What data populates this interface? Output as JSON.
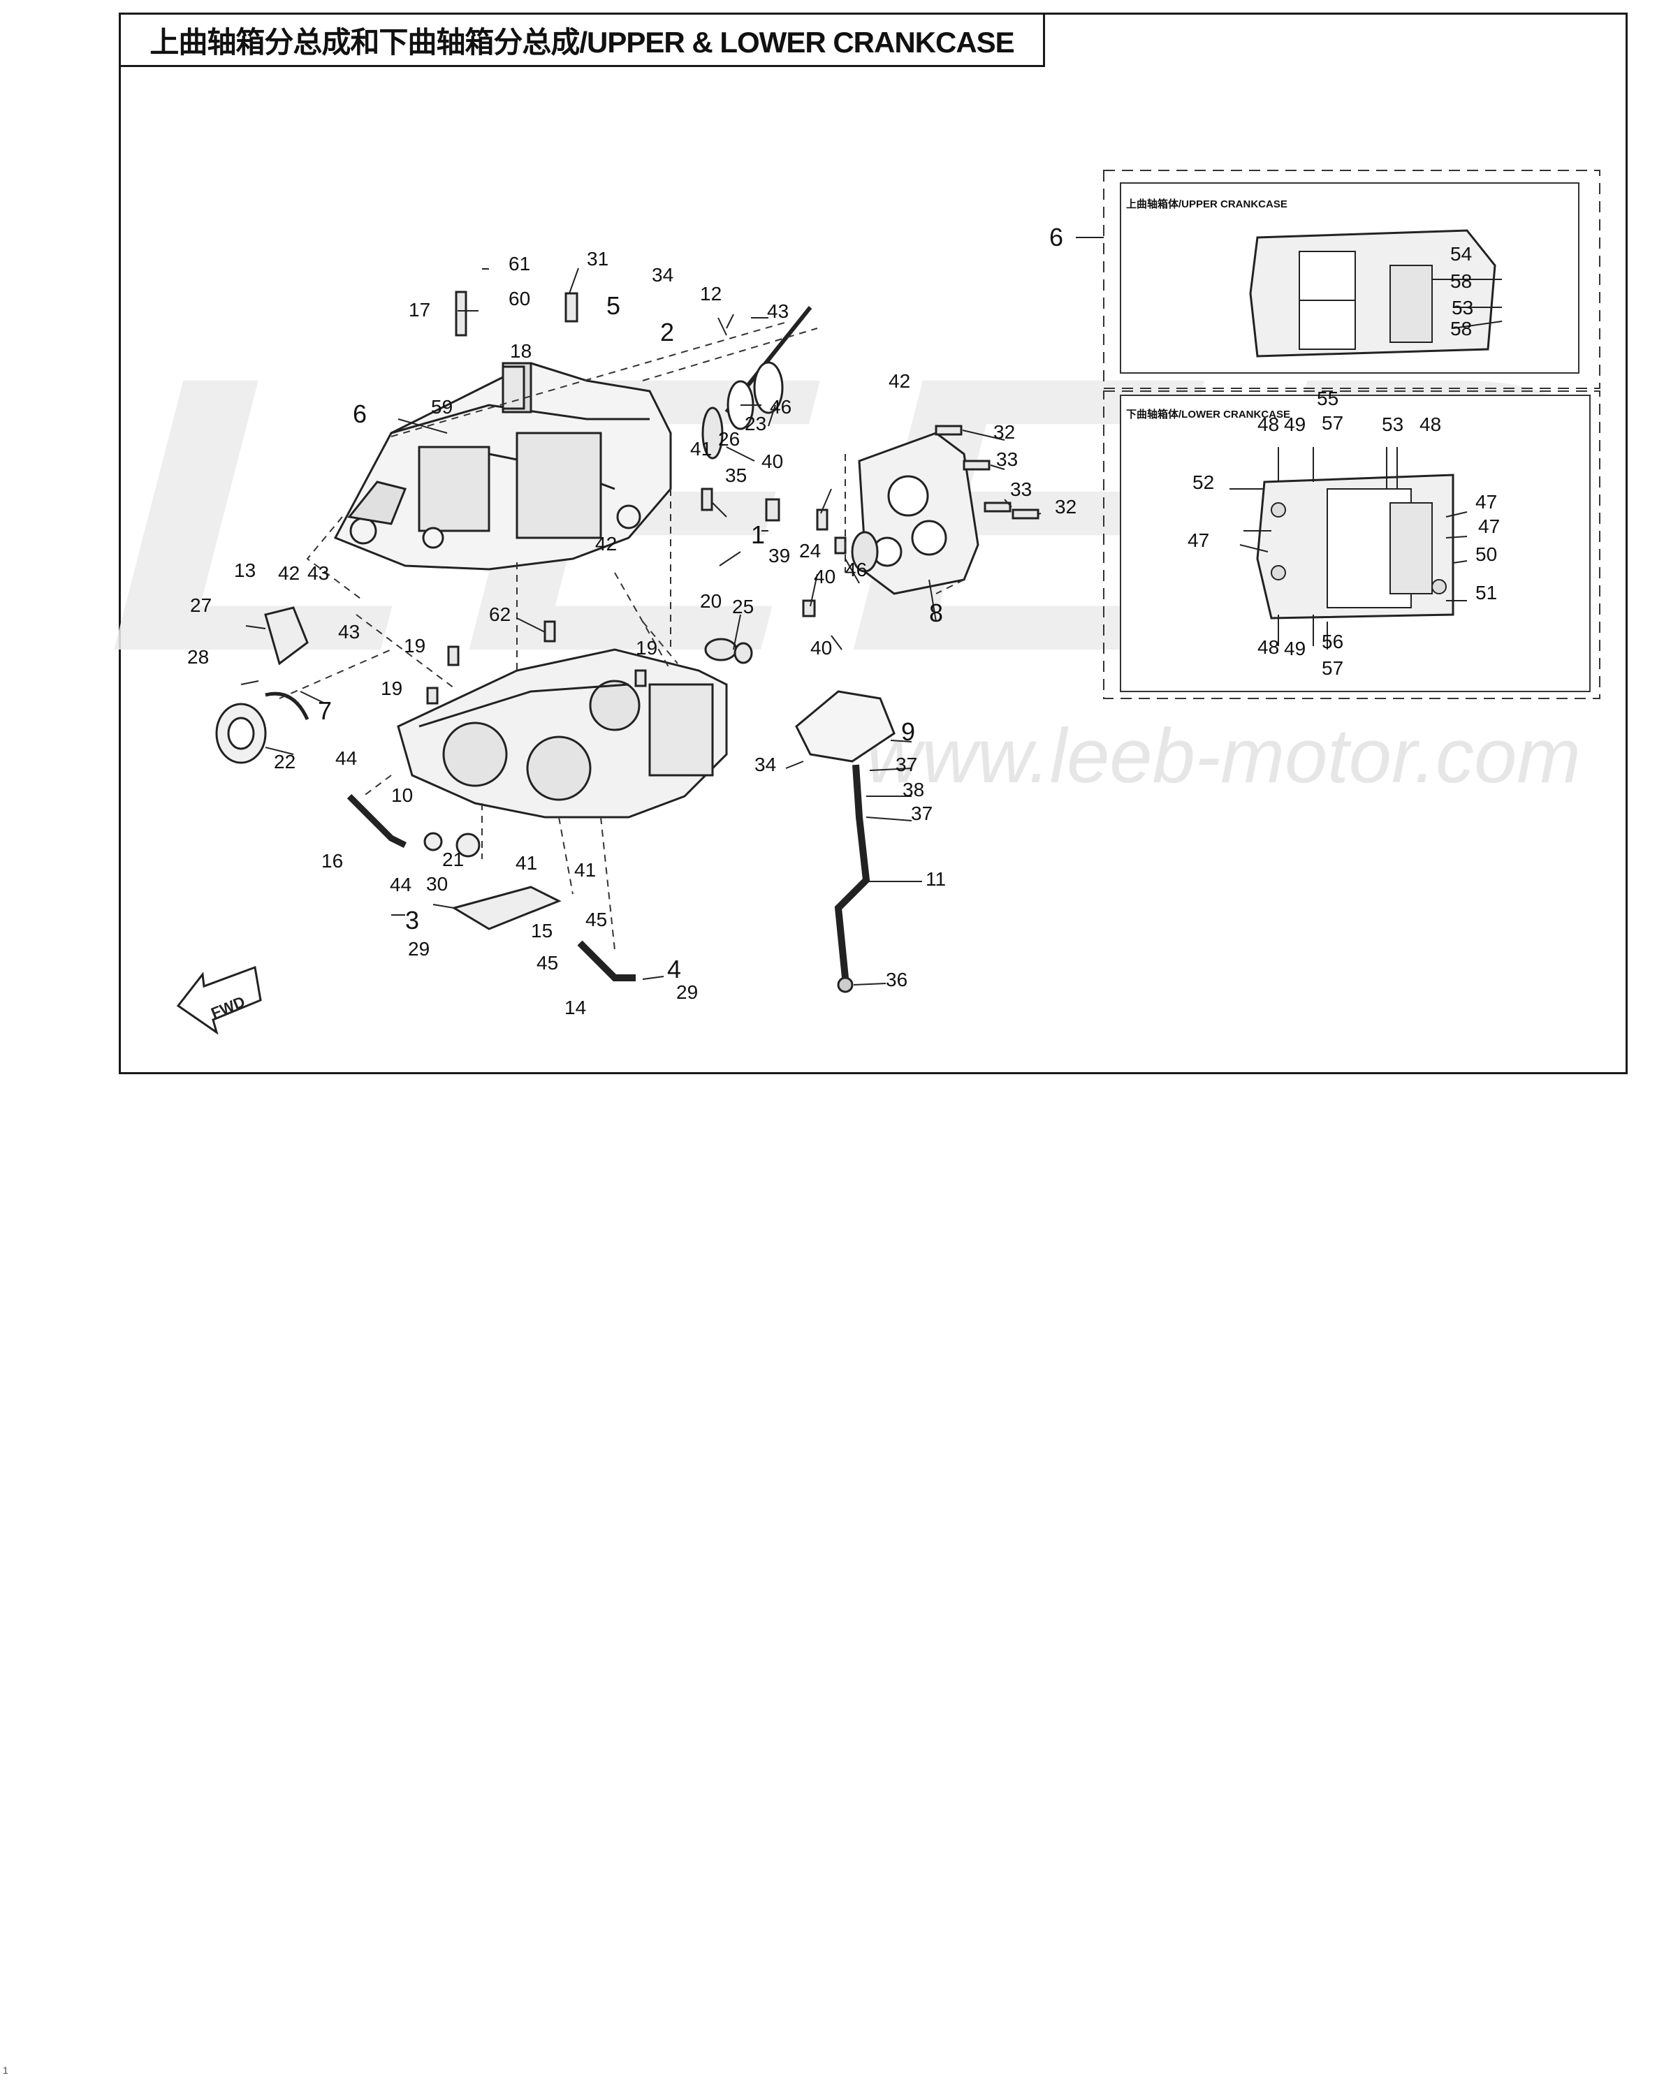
{
  "title": "上曲轴箱分总成和下曲轴箱分总成/UPPER & LOWER CRANKCASE",
  "watermark": {
    "logo_text": "LEEB",
    "url": "www.leeb-motor.com",
    "color": "#e9e9e9"
  },
  "insets": {
    "upper": {
      "title": "上曲轴箱体/UPPER CRANKCASE",
      "ref": "6"
    },
    "lower": {
      "title": "下曲轴箱体/LOWER CRANKCASE"
    }
  },
  "fwd_label": "FWD",
  "sheet_number": "1",
  "callouts": [
    "1",
    "2",
    "3",
    "4",
    "5",
    "6",
    "7",
    "8",
    "9",
    "10",
    "11",
    "12",
    "13",
    "14",
    "15",
    "16",
    "17",
    "18",
    "19",
    "20",
    "21",
    "22",
    "23",
    "24",
    "25",
    "26",
    "27",
    "28",
    "29",
    "30",
    "31",
    "32",
    "33",
    "34",
    "35",
    "36",
    "37",
    "38",
    "39",
    "40",
    "41",
    "42",
    "43",
    "44",
    "45",
    "46",
    "47",
    "48",
    "49",
    "50",
    "51",
    "52",
    "53",
    "54",
    "55",
    "56",
    "57",
    "58",
    "59",
    "60",
    "61",
    "62"
  ]
}
